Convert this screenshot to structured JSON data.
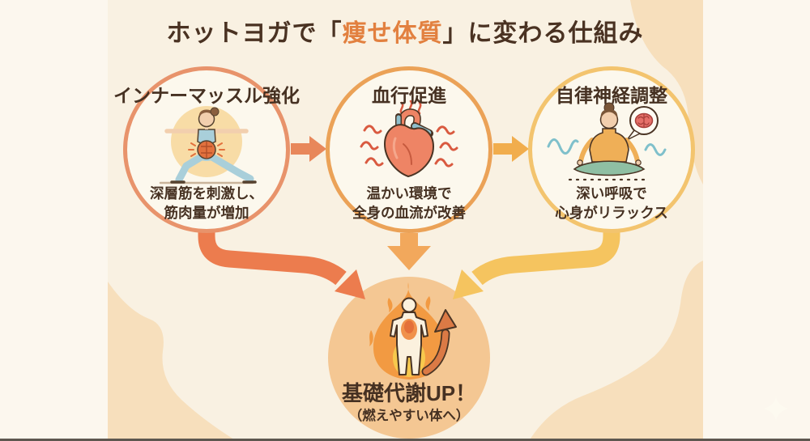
{
  "title": {
    "part1": "ホットヨガで",
    "open_bracket": "「",
    "highlight": "痩せ体質",
    "close_bracket": "」",
    "part2": "に変わる仕組み"
  },
  "steps": [
    {
      "label": "インナーマッスル強化",
      "caption": [
        "深層筋を刺激し、",
        "筋肉量が増加"
      ],
      "icon": "warrior-yoga-pose-illustration",
      "border_color": "#E8936B"
    },
    {
      "label": "血行促進",
      "caption": [
        "温かい環境で",
        "全身の血流が改善"
      ],
      "icon": "heart-circulation-illustration",
      "border_color": "#EBA257"
    },
    {
      "label": "自律神経調整",
      "caption": [
        "深い呼吸で",
        "心身がリラックス"
      ],
      "icon": "meditation-brain-illustration",
      "border_color": "#F3C46E"
    }
  ],
  "result": {
    "heading": "基礎代謝UP！",
    "subheading": "（燃えやすい体へ）",
    "icon": "burning-body-up-arrow-illustration",
    "fill_color": "#F4C793"
  },
  "decorations": {
    "sparkle_icon": "four-point-sparkle",
    "blob_color": "#F7DFBC"
  },
  "colors": {
    "background": "#F9F1E2",
    "side_background": "#FCF7EE",
    "title_text": "#4A3222",
    "title_highlight": "#E2803F",
    "body_text": "#463122",
    "arrow_step1_to_2": "#E8875A",
    "arrow_step2_to_3": "#F1AD4D",
    "arrow_down": "#F2A85C",
    "arrow_curved_left": "#EC7C4E",
    "arrow_curved_right": "#F5C45F"
  }
}
